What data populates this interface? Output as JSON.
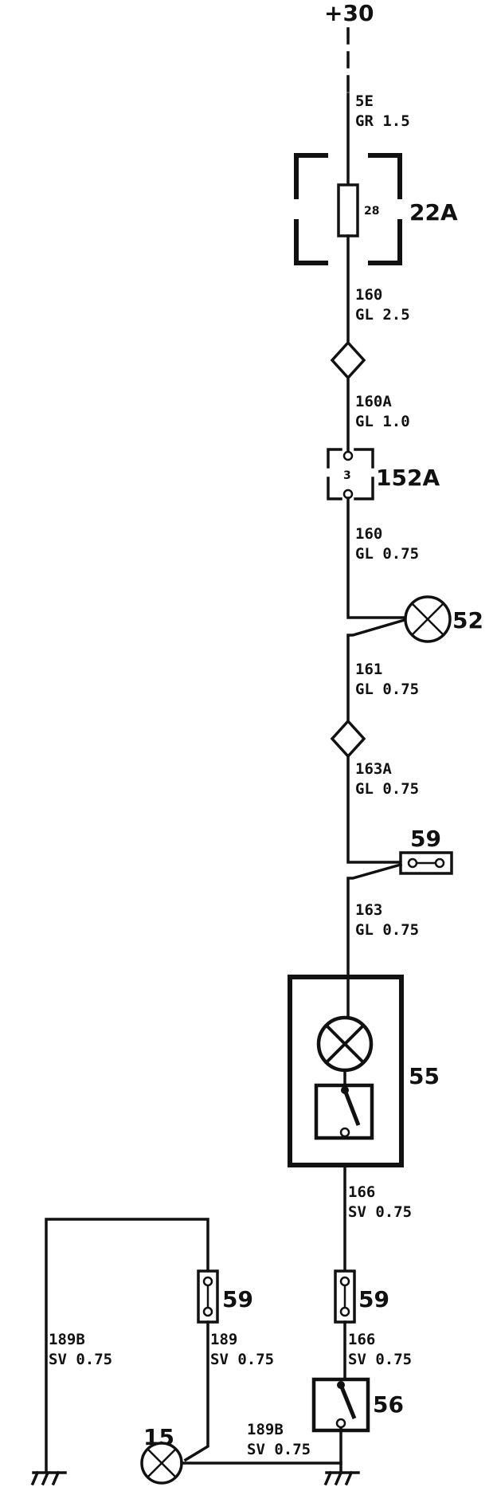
{
  "supply": {
    "label": "+30"
  },
  "wire_labels": {
    "w5e": {
      "code": "5E",
      "spec": "GR 1.5"
    },
    "w160": {
      "code": "160",
      "spec": "GL 2.5"
    },
    "w160a": {
      "code": "160A",
      "spec": "GL 1.0"
    },
    "w160b": {
      "code": "160",
      "spec": "GL 0.75"
    },
    "w161": {
      "code": "161",
      "spec": "GL 0.75"
    },
    "w163a": {
      "code": "163A",
      "spec": "GL 0.75"
    },
    "w163": {
      "code": "163",
      "spec": "GL 0.75"
    },
    "w166a": {
      "code": "166",
      "spec": "SV 0.75"
    },
    "w166b": {
      "code": "166",
      "spec": "SV 0.75"
    },
    "w189": {
      "code": "189",
      "spec": "SV 0.75"
    },
    "w189b_left": {
      "code": "189B",
      "spec": "SV 0.75"
    },
    "w189b_bottom": {
      "code": "189B",
      "spec": "SV 0.75"
    }
  },
  "components": {
    "fuse_box": {
      "ref": "22A",
      "fuse_number": "28"
    },
    "connector_152a": {
      "ref": "152A",
      "pin": "3"
    },
    "lamp_52": {
      "ref": "52"
    },
    "connector_59_top": {
      "ref": "59"
    },
    "unit_55": {
      "ref": "55"
    },
    "connector_59_left": {
      "ref": "59"
    },
    "connector_59_right": {
      "ref": "59"
    },
    "switch_56": {
      "ref": "56"
    },
    "lamp_15": {
      "ref": "15"
    }
  }
}
